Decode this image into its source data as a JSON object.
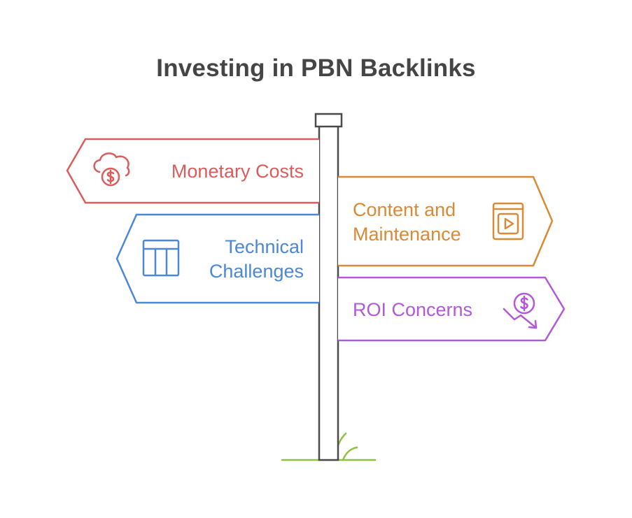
{
  "title": "Investing in PBN Backlinks",
  "signs": {
    "monetary": {
      "label": "Monetary Costs",
      "icon": "cloud-dollar-icon",
      "color": "#dc5b5b"
    },
    "content": {
      "line1": "Content and",
      "line2": "Maintenance",
      "icon": "video-book-icon",
      "color": "#d98a36"
    },
    "technical": {
      "line1": "Technical",
      "line2": "Challenges",
      "icon": "table-layout-icon",
      "color": "#4c87d8"
    },
    "roi": {
      "label": "ROI Concerns",
      "icon": "dollar-down-arrow-icon",
      "color": "#b358d9"
    }
  },
  "colors": {
    "pole": "#4a4a4a",
    "grass": "#8dc13f"
  }
}
